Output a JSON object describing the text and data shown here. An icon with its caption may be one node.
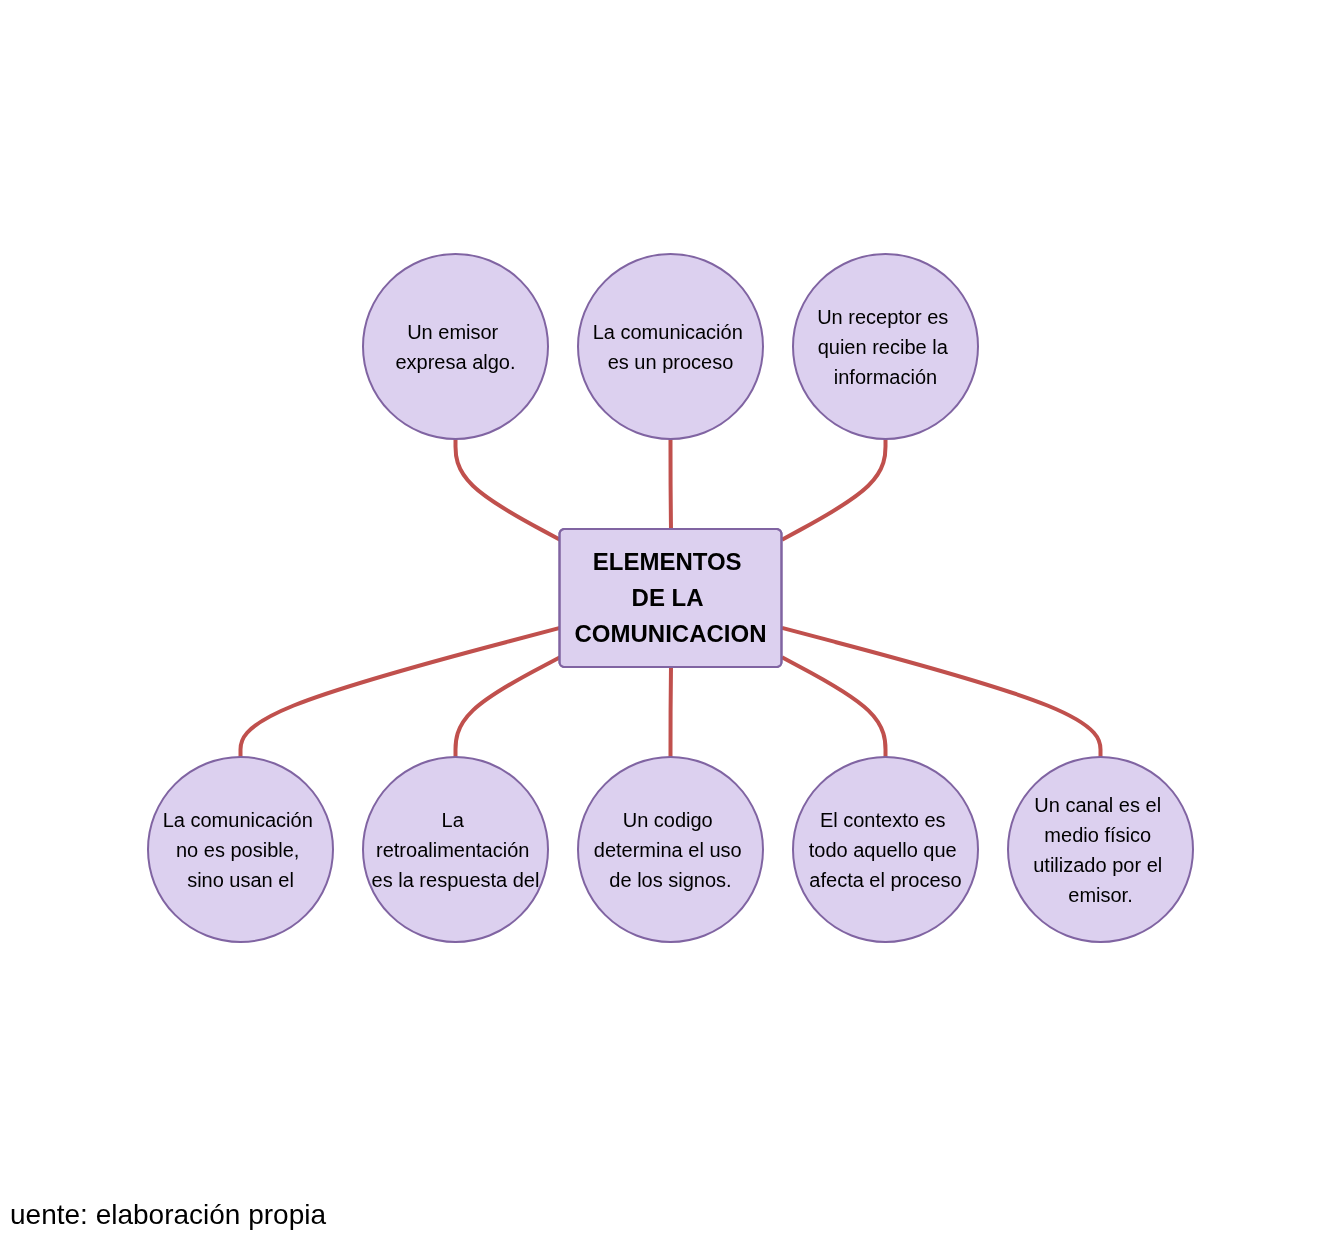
{
  "diagram": {
    "caption": "uente: elaboración propia",
    "nodes": [
      {
        "text": [
          "Un emisor expresa algo."
        ]
      },
      {
        "text": [
          "La comunicación es un proceso"
        ]
      },
      {
        "text": [
          "Un receptor es quien recibe la información"
        ]
      },
      {
        "text": [
          "La comunicación no es posible, sino usan el"
        ]
      },
      {
        "text": [
          "ELEMENTOS DE LA COMUNICACION"
        ]
      },
      {
        "text": [
          "La retroalimentación es la respuesta del"
        ]
      },
      {
        "text": [
          "Un codigo determina el uso de los signos."
        ]
      },
      {
        "text": [
          "El contexto es todo aquello que afecta el proceso"
        ]
      },
      {
        "text": [
          "Un canal es el medio físico utilizado por el emisor."
        ]
      }
    ],
    "edges": [
      {
        "from": 0,
        "to": 4,
        "arrow": "none"
      },
      {
        "from": 1,
        "to": 4,
        "arrow": "none"
      },
      {
        "from": 2,
        "to": 4,
        "arrow": "none"
      },
      {
        "from": 4,
        "to": 3,
        "arrow": "none"
      },
      {
        "from": 4,
        "to": 5,
        "arrow": "none"
      },
      {
        "from": 4,
        "to": 6,
        "arrow": "none"
      },
      {
        "from": 4,
        "to": 7,
        "arrow": "none"
      },
      {
        "from": 4,
        "to": 8,
        "arrow": "none"
      }
    ]
  }
}
